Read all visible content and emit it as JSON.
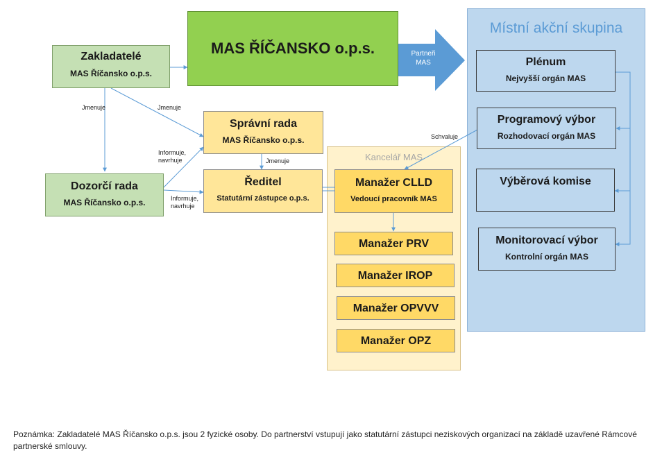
{
  "mas_region": {
    "title": "Místní akční skupina"
  },
  "kancelar": {
    "title": "Kancelář MAS"
  },
  "mas_ricansko": {
    "title": "MAS ŘÍČANSKO o.p.s."
  },
  "partneri": {
    "label_line1": "Partneři",
    "label_line2": "MAS"
  },
  "zakladatele": {
    "title": "Zakladatelé",
    "subtitle": "MAS Říčansko o.p.s."
  },
  "spravni_rada": {
    "title": "Správní rada",
    "subtitle": "MAS Říčansko o.p.s."
  },
  "dozorci_rada": {
    "title": "Dozorčí rada",
    "subtitle": "MAS Říčansko o.p.s."
  },
  "reditel": {
    "title": "Ředitel",
    "subtitle": "Statutární zástupce o.p.s."
  },
  "manazer_clld": {
    "title": "Manažer CLLD",
    "subtitle": "Vedoucí pracovník MAS"
  },
  "managers": [
    "Manažer PRV",
    "Manažer IROP",
    "Manažer OPVVV",
    "Manažer OPZ"
  ],
  "plenum": {
    "title": "Plénum",
    "subtitle": "Nejvyšší orgán MAS"
  },
  "programovy_vybor": {
    "title": "Programový výbor",
    "subtitle": "Rozhodovací orgán MAS"
  },
  "vyberova_komise": {
    "title": "Výběrová komise"
  },
  "monitorovaci_vybor": {
    "title": "Monitorovací výbor",
    "subtitle": "Kontrolní orgán MAS"
  },
  "edge_labels": {
    "jmenuje": "Jmenuje",
    "informuje_line1": "Informuje,",
    "informuje_line2": "navrhuje",
    "schvaluje": "Schvaluje"
  },
  "note": "Poznámka: Zakladatelé MAS Říčansko o.p.s. jsou 2 fyzické osoby. Do partnerství vstupují jako statutární zástupci neziskových organizací na základě uzavřené Rámcové partnerské smlouvy."
}
